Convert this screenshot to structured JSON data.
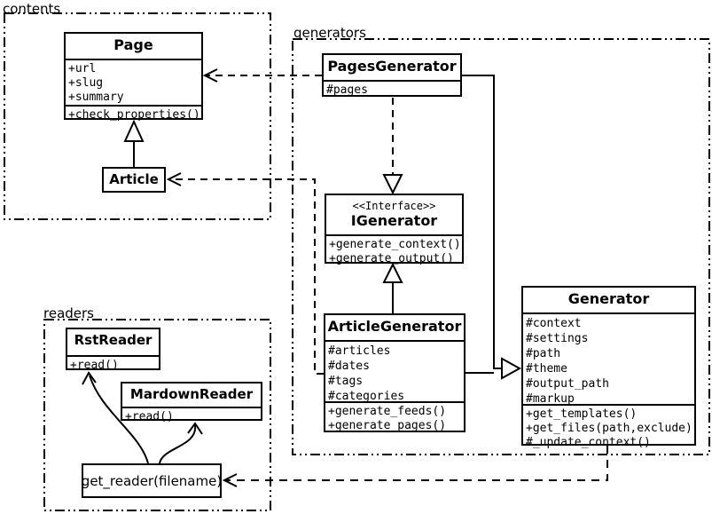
{
  "diagram": {
    "packages": {
      "contents": "contents",
      "generators": "generators",
      "readers": "readers"
    },
    "classes": {
      "page": {
        "name": "Page",
        "attrs": [
          "+url",
          "+slug",
          "+summary"
        ],
        "methods": [
          "+check_properties()"
        ]
      },
      "article": {
        "name": "Article"
      },
      "pages_generator": {
        "name": "PagesGenerator",
        "attrs": [
          "#pages"
        ]
      },
      "igenerator": {
        "stereotype": "<<Interface>>",
        "name": "IGenerator",
        "methods": [
          "+generate_context()",
          "+generate_output()"
        ]
      },
      "article_generator": {
        "name": "ArticleGenerator",
        "attrs": [
          "#articles",
          "#dates",
          "#tags",
          "#categories"
        ],
        "methods": [
          "+generate_feeds()",
          "+generate_pages()"
        ]
      },
      "generator": {
        "name": "Generator",
        "attrs": [
          "#context",
          "#settings",
          "#path",
          "#theme",
          "#output_path",
          "#markup"
        ],
        "methods": [
          "+get_templates()",
          "+get_files(path,exclude)",
          "#_update_context()"
        ]
      },
      "rst_reader": {
        "name": "RstReader",
        "methods": [
          "+read()"
        ]
      },
      "mardown_reader": {
        "name": "MardownReader",
        "methods": [
          "+read()"
        ]
      },
      "get_reader": {
        "name": "get_reader(filename)"
      }
    },
    "colors": {
      "background": "#ffffff",
      "stroke": "#000000"
    }
  }
}
